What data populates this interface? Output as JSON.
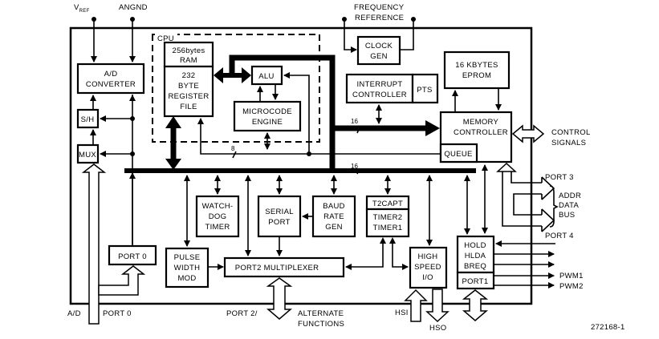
{
  "diagram": {
    "title": "80C196 Block Diagram",
    "figure_id": "272168-1",
    "external_signals": {
      "vref": "V",
      "vref_sub": "REF",
      "angnd": "ANGND",
      "frequency_reference": [
        "FREQUENCY",
        "REFERENCE"
      ],
      "control_signals": [
        "CONTROL",
        "SIGNALS"
      ],
      "port3": "PORT 3",
      "port4": "PORT 4",
      "addr_data_bus": [
        "ADDR",
        "DATA",
        "BUS"
      ],
      "pwm1": "PWM1",
      "pwm2": "PWM2",
      "ad": "A/D",
      "port0": "PORT 0",
      "port2": "PORT 2/",
      "alternate_functions": [
        "ALTERNATE",
        "FUNCTIONS"
      ],
      "hsi": "HSI",
      "hso": "HSO"
    },
    "blocks": {
      "ad_converter": [
        "A/D",
        "CONVERTER"
      ],
      "sh": "S/H",
      "mux": "MUX",
      "cpu_label": "CPU",
      "ram": [
        "256bytes",
        "RAM"
      ],
      "register_file": [
        "232",
        "BYTE",
        "REGISTER",
        "FILE"
      ],
      "alu": "ALU",
      "microcode_engine": [
        "MICROCODE",
        "ENGINE"
      ],
      "clock_gen": [
        "CLOCK",
        "GEN"
      ],
      "interrupt_controller": [
        "INTERRUPT",
        "CONTROLLER"
      ],
      "pts": "PTS",
      "eprom": [
        "16 KBYTES",
        "EPROM"
      ],
      "memory_controller": [
        "MEMORY",
        "CONTROLLER"
      ],
      "queue": "QUEUE",
      "watchdog_timer": [
        "WATCH-",
        "DOG",
        "TIMER"
      ],
      "serial_port": [
        "SERIAL",
        "PORT"
      ],
      "baud_rate_gen": [
        "BAUD",
        "RATE",
        "GEN"
      ],
      "t2capt": "T2CAPT",
      "timers": [
        "TIMER2",
        "TIMER1"
      ],
      "port0_block": "PORT 0",
      "pwm_block": [
        "PULSE",
        "WIDTH",
        "MOD"
      ],
      "port2_mux": "PORT2 MULTIPLEXER",
      "hsio": [
        "HIGH",
        "SPEED",
        "I/O"
      ],
      "hold_block": [
        "HOLD",
        "HLDA",
        "BREQ"
      ],
      "port1": "PORT1"
    },
    "bus_widths": {
      "bus_8": "8",
      "bus_16_upper": "16",
      "bus_16_lower": "16"
    }
  }
}
